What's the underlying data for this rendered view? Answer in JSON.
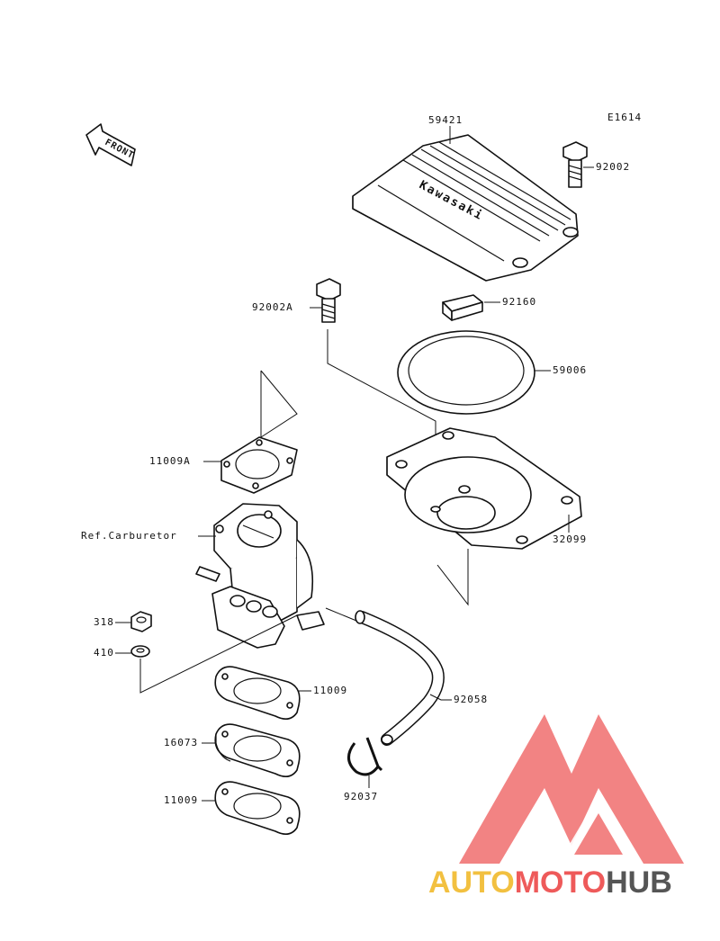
{
  "diagram_code": "E1614",
  "front_label": "FRONT",
  "cover_brand": "Kawasaki",
  "callouts": {
    "cover": "59421",
    "cover_bolt": "92002",
    "bolt_a": "92002A",
    "block": "92160",
    "seal_ring": "59006",
    "gasket_a": "11009A",
    "carburetor_ref": "Ref.Carburetor",
    "plate": "32099",
    "nut": "318",
    "washer": "410",
    "gasket_1": "11009",
    "hose": "92058",
    "insulator": "16073",
    "clamp": "92037",
    "gasket_2": "11009"
  },
  "watermark": {
    "part1": "AUTO",
    "part2": "MOTO",
    "part3": "HUB",
    "colors": {
      "yellow": "#f2c040",
      "red": "#ee5a5a",
      "gray": "#555555"
    }
  }
}
